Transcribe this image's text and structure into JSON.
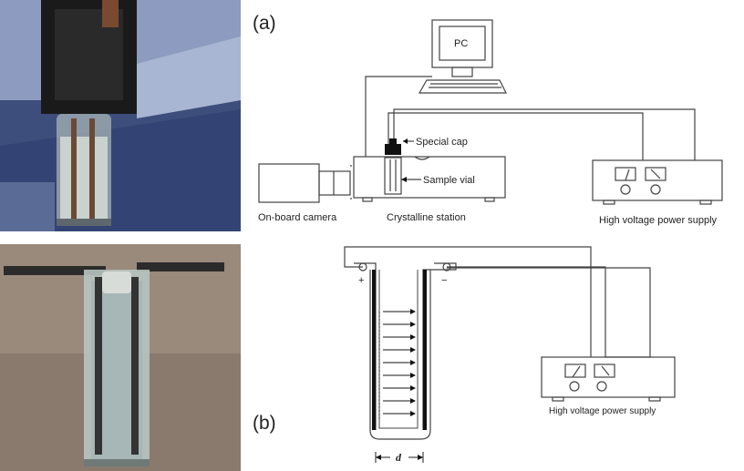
{
  "panels": {
    "a": "(a)",
    "b": "(b)"
  },
  "labels": {
    "pc": "PC",
    "special_cap": "Special cap",
    "sample_vial": "Sample vial",
    "onboard_camera": "On-board camera",
    "crystalline_station": "Crystalline station",
    "hv_supply_a": "High voltage power supply",
    "plus": "+",
    "minus": "−",
    "gap": "d",
    "hv_supply_b": "High voltage power supply"
  },
  "colors": {
    "line": "#444444",
    "photo_top_bg": "#3f4f7d",
    "photo_bottom_bg": "#8b7b6e"
  }
}
